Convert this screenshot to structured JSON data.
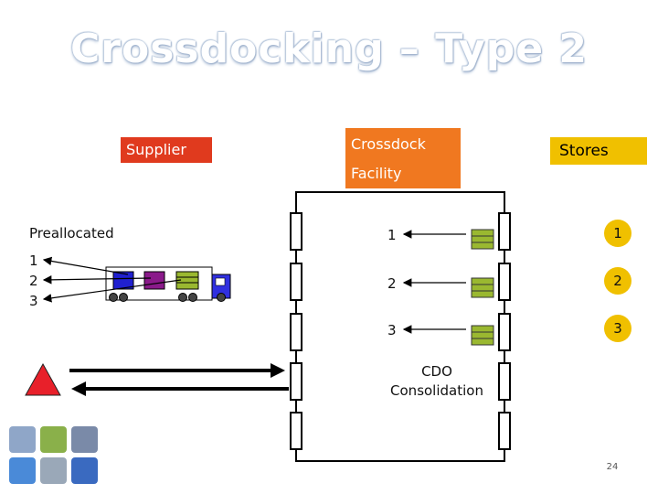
{
  "title": "Crossdocking – Type 2",
  "supplier_label": "Supplier",
  "crossdock_label_line1": "Crossdock",
  "crossdock_label_line2": "Facility",
  "stores_label": "Stores",
  "preallocated_label": "Preallocated",
  "supplier_lines": [
    "1",
    "2",
    "3"
  ],
  "facility_lines": [
    "1",
    "2",
    "3"
  ],
  "store_badges": [
    "1",
    "2",
    "3"
  ],
  "cdo_line1": "CDO",
  "cdo_line2": "Consolidation",
  "page_number": "24",
  "colors": {
    "supplier": "#e03a1e",
    "crossdock": "#f07820",
    "stores": "#f0c000",
    "warning": "#e8202a",
    "pallet": "#9ab830",
    "cargo_blue": "#2020d0",
    "cargo_purple": "#8a1a8a"
  },
  "icons": [
    "truck-icon",
    "warning-triangle-icon",
    "pallet-icon",
    "photo-tile-icon"
  ]
}
